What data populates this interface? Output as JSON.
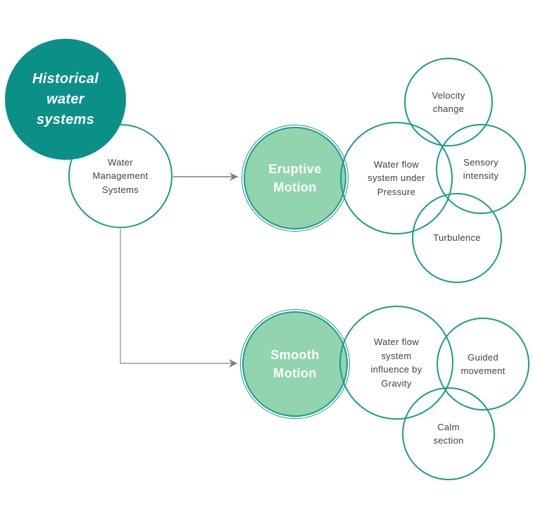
{
  "colors": {
    "teal": "#0b9088",
    "stroke": "#1a9b8d",
    "green": "#92d4ae",
    "label": "#3f3f3f",
    "arrow": "#7d7d7d"
  },
  "nodes": {
    "historical": {
      "label": "Historical\nwater\nsystems"
    },
    "water_management": {
      "label": "Water\nManagement\nSystems"
    },
    "eruptive": {
      "label": "Eruptive\nMotion"
    },
    "pressure": {
      "label": "Water flow\nsystem under\nPressure"
    },
    "velocity": {
      "label": "Velocity\nchange"
    },
    "sensory": {
      "label": "Sensory\nintensity"
    },
    "turbulence": {
      "label": "Turbulence"
    },
    "smooth": {
      "label": "Smooth\nMotion"
    },
    "gravity": {
      "label": "Water flow\nsystem\ninfluence by\nGravity"
    },
    "guided": {
      "label": "Guided\nmovement"
    },
    "calm": {
      "label": "Calm\nsection"
    }
  },
  "connectors": [
    {
      "from": "Water Management Systems",
      "to": "Eruptive Motion",
      "style": "straight-arrow"
    },
    {
      "from": "Water Management Systems",
      "to": "Smooth Motion",
      "style": "elbow-arrow"
    }
  ]
}
